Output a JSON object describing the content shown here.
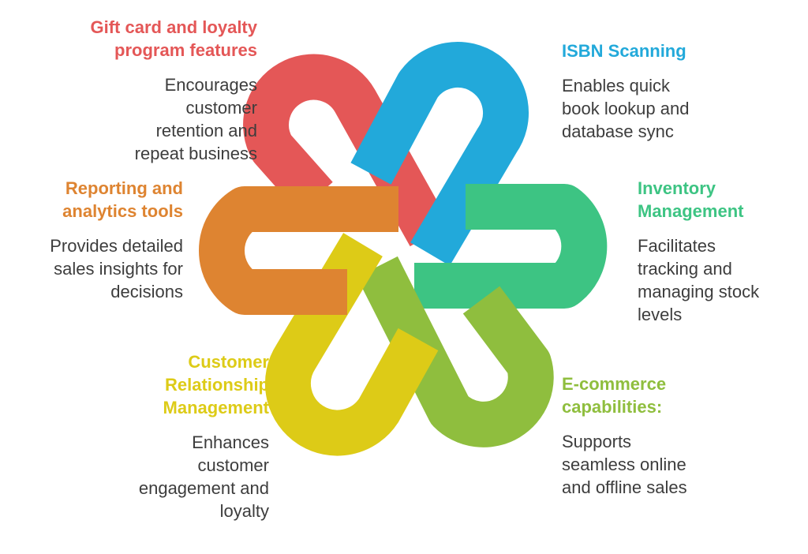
{
  "colors": {
    "gift": "#E45757",
    "isbn": "#22A9DA",
    "inventory": "#3DC483",
    "ecommerce": "#8FBE3E",
    "crm": "#DDCB17",
    "reporting": "#DE8431",
    "text": "#3d3d3d"
  },
  "items": {
    "gift": {
      "title": "Gift card and loyalty\nprogram features",
      "desc": "Encourages\ncustomer\nretention and\nrepeat business",
      "icon": "loop-red"
    },
    "isbn": {
      "title": "ISBN Scanning",
      "desc": "Enables quick\nbook lookup and\ndatabase sync",
      "icon": "loop-blue"
    },
    "inventory": {
      "title": "Inventory\nManagement",
      "desc": "Facilitates\ntracking and\nmanaging stock\nlevels",
      "icon": "loop-green"
    },
    "ecommerce": {
      "title": "E-commerce\ncapabilities:",
      "desc": "Supports\nseamless online\nand offline sales",
      "icon": "loop-lime"
    },
    "crm": {
      "title": "Customer\nRelationship\nManagement",
      "desc": "Enhances\ncustomer\nengagement and\nloyalty",
      "icon": "loop-yellow"
    },
    "reporting": {
      "title": "Reporting and\nanalytics tools",
      "desc": "Provides detailed\nsales insights for\ndecisions",
      "icon": "loop-orange"
    }
  }
}
